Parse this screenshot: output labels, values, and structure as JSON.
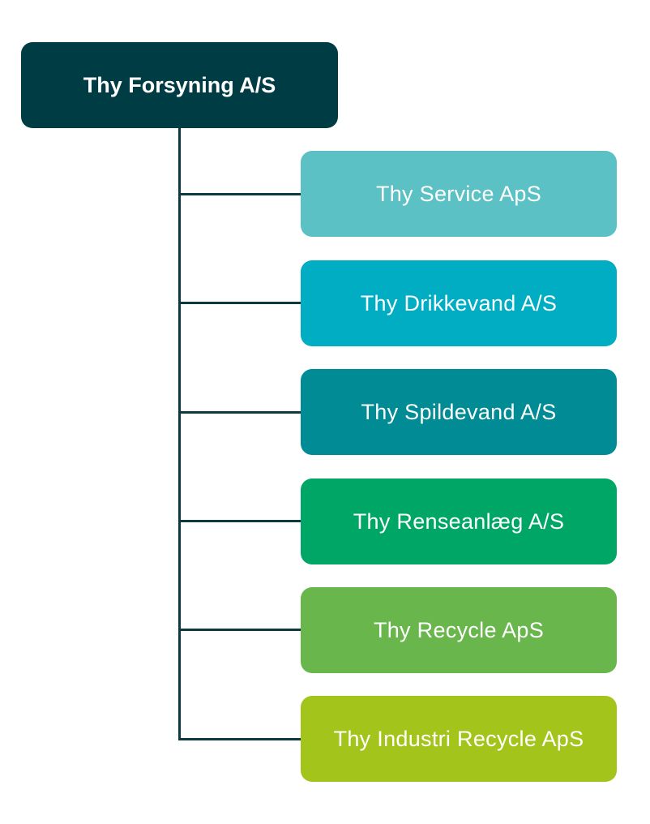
{
  "parent": {
    "label": "Thy Forsyning A/S",
    "color": "#003c44"
  },
  "connector_color": "#0d3a40",
  "children": [
    {
      "label": "Thy Service ApS",
      "color": "#5bc1c4"
    },
    {
      "label": "Thy Drikkevand A/S",
      "color": "#00adc3"
    },
    {
      "label": "Thy Spildevand A/S",
      "color": "#008b95"
    },
    {
      "label": "Thy Renseanlæg A/S",
      "color": "#00a665"
    },
    {
      "label": "Thy Recycle ApS",
      "color": "#68b64c"
    },
    {
      "label": "Thy Industri Recycle ApS",
      "color": "#a3c51b"
    }
  ]
}
